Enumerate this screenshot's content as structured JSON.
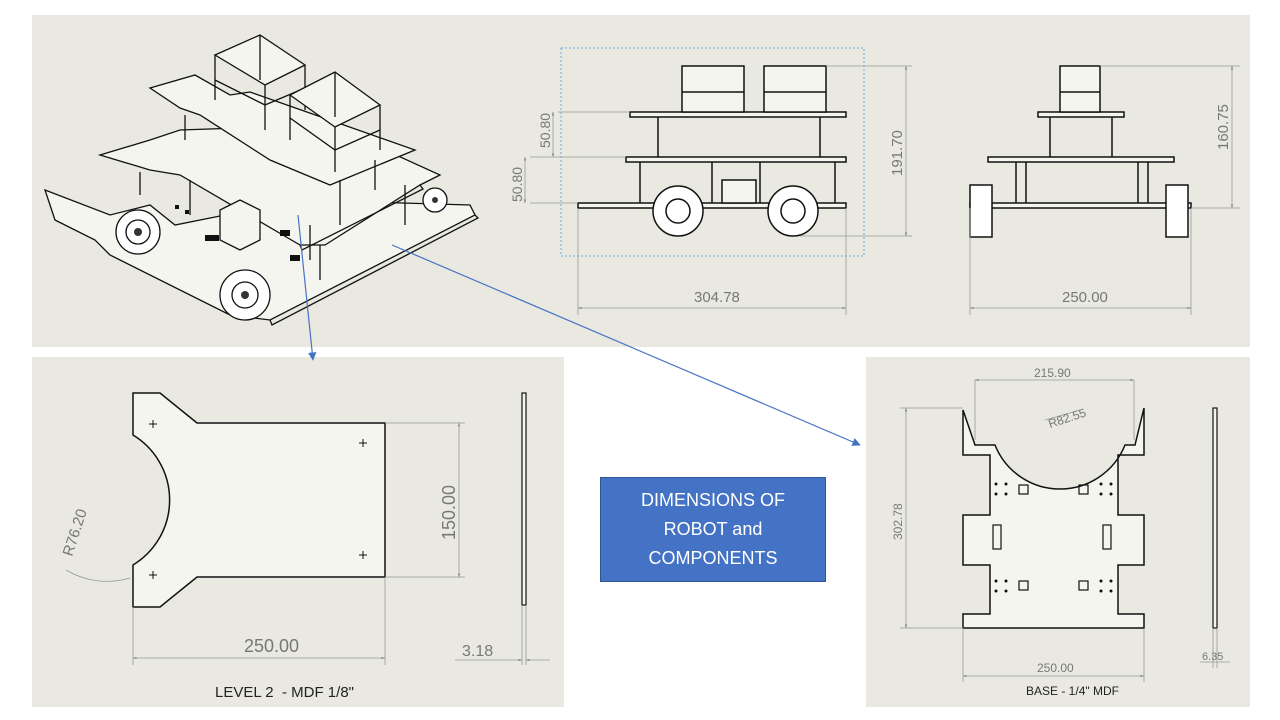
{
  "title": {
    "line1": "DIMENSIONS OF",
    "line2": "ROBOT and",
    "line3": "COMPONENTS"
  },
  "front_view": {
    "height_upper": "50.80",
    "height_lower": "50.80",
    "total_height": "191.70",
    "width": "304.78"
  },
  "side_view": {
    "height": "160.75",
    "width": "250.00"
  },
  "level2": {
    "radius": "R76.20",
    "height": "150.00",
    "width": "250.00",
    "thickness": "3.18",
    "caption": "LEVEL 2  - MDF 1/8\""
  },
  "base": {
    "top_width": "215.90",
    "radius": "R82.55",
    "height": "302.78",
    "width": "250.00",
    "thickness": "6.35",
    "caption": "BASE - 1/4\" MDF"
  },
  "colors": {
    "panel_bg": "#e9e9e2",
    "title_bg": "#4472c4",
    "arrow": "#4472c4"
  }
}
